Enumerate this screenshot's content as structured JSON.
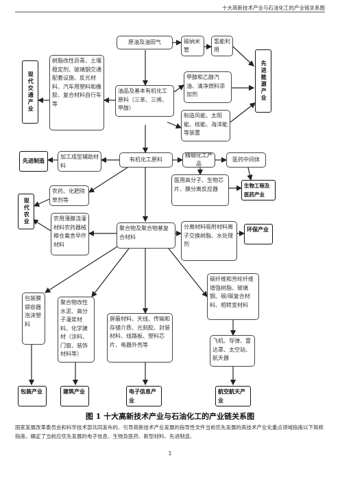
{
  "header": "十大高新技术产业与石油化工的产业链关系图",
  "nodes": {
    "crude": "原油及油田气",
    "carbon_nano": "碳纳米管",
    "hydrogen": "氢能利用",
    "resin": "树脂改性沥青、土壤稳定剂、玻璃钢交通配套设施、反光材料、汽车用塑料和橡胶、复合材料自行车等",
    "basic_chem": "油品及基本有机化工原料（三苯、三烯、甲醇）",
    "methanol": "甲醇和乙醇汽油、清净燃料添加剂",
    "energy_equip": "制造风能、太阳能、核能、海洋能等装置",
    "processing": "加工成型辅助材料",
    "organic": "有机化工原料",
    "fine_chem": "精细化工产品",
    "pharma_inter": "医药中间体",
    "pesticide": "农药、化肥除草剂等",
    "medical_poly": "医用高分子、生物芯片、膜分离反应器",
    "agri_film": "农用薄膜浇灌材料农药器械粮仓禽舍早作材料",
    "polymer": "聚合物及聚合物基复合材料",
    "sep_mat": "分离材料吸附材料离子交换树脂、水处理剂",
    "carbon_fiber": "碳纤维和芳纶纤维增强树脂、玻璃钢、碳/碳复合材料、相转变材料",
    "packaging": "包装膜袋容器泡沫塑料",
    "building": "聚合物改性水泥、高分子灌浆材料、化学建材（涂料、门窗、装饰材料等）",
    "electronic_mat": "屏蔽材料、天线、传输和存储介质、光刻胶、封装材料、线路板、塑料芯片、电器外壳等",
    "aircraft": "飞机、导弹、雷达罩、太空站、航天器"
  },
  "industries": {
    "transport": "现代交通产业",
    "new_energy": "先进能源产业",
    "manufacturing": "先进制造",
    "agriculture": "现代农业",
    "bio": "生物工程及医药产业",
    "environment": "环保产业",
    "packaging": "包装产业",
    "building": "建筑产业",
    "electronic": "电子信息产业",
    "aerospace": "航空航天产业"
  },
  "caption": "图 1 十大高新技术产业与石油化工的产业链关系图",
  "body_text": "国家发展改革委员会和科学技术部共同发布的、引导高新技术产业发展的指导性文件当前优先发展的高技术产业化重点领域指南以下简称指南，确定了当前应优先发展的电子信息、生物及医药、新型材料、先进制造、",
  "page_number": "1"
}
